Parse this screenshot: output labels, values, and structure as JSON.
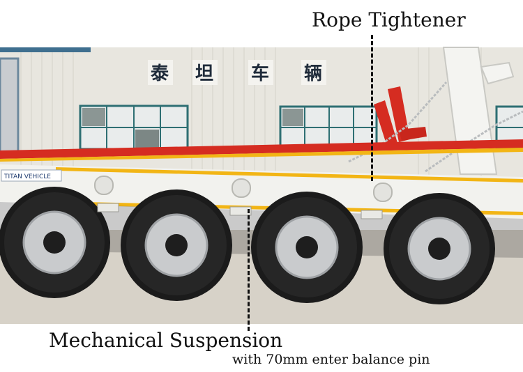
{
  "labels": {
    "top_callout": "Rope Tightener",
    "bottom_callout": "Mechanical Suspension",
    "bottom_subcallout": "with 70mm enter balance pin"
  },
  "photo": {
    "building_sign": "泰坦车辆",
    "trailer_brand": "TITAN VEHICLE",
    "colors": {
      "wall": "#e8e6df",
      "trailer_body": "#f2f2ee",
      "stripe_yellow": "#f2b515",
      "stripe_red": "#d52c21",
      "tire": "#1b1b1b",
      "rim": "#c9cbcd",
      "ground": "#d7d2c8"
    }
  }
}
